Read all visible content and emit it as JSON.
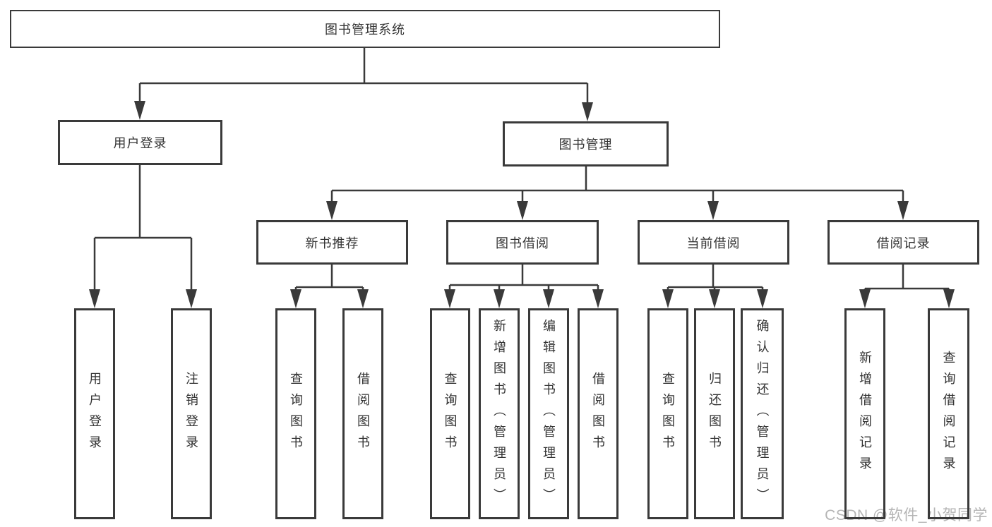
{
  "diagram": {
    "root": {
      "label": "图书管理系统"
    },
    "branches": [
      {
        "label": "用户登录",
        "leaves": [
          {
            "label": "用户登录"
          },
          {
            "label": "注销登录"
          }
        ]
      },
      {
        "label": "图书管理",
        "groups": [
          {
            "label": "新书推荐",
            "leaves": [
              {
                "label": "查询图书"
              },
              {
                "label": "借阅图书"
              }
            ]
          },
          {
            "label": "图书借阅",
            "leaves": [
              {
                "label": "查询图书"
              },
              {
                "label": "新增图书（管理员）"
              },
              {
                "label": "编辑图书（管理员）"
              },
              {
                "label": "借阅图书"
              }
            ]
          },
          {
            "label": "当前借阅",
            "leaves": [
              {
                "label": "查询图书"
              },
              {
                "label": "归还图书"
              },
              {
                "label": "确认归还（管理员）"
              }
            ]
          },
          {
            "label": "借阅记录",
            "leaves": [
              {
                "label": "新增借阅记录"
              },
              {
                "label": "查询借阅记录"
              }
            ]
          }
        ]
      }
    ]
  },
  "watermark": {
    "text": "CSDN @软件_小贺同学"
  },
  "colors": {
    "background": "#ffffff",
    "line": "#3a3a3a",
    "box_border": "#3a3a3a",
    "box_fill": "transparent",
    "text": "#333333",
    "watermark": "#b5b5b5"
  }
}
